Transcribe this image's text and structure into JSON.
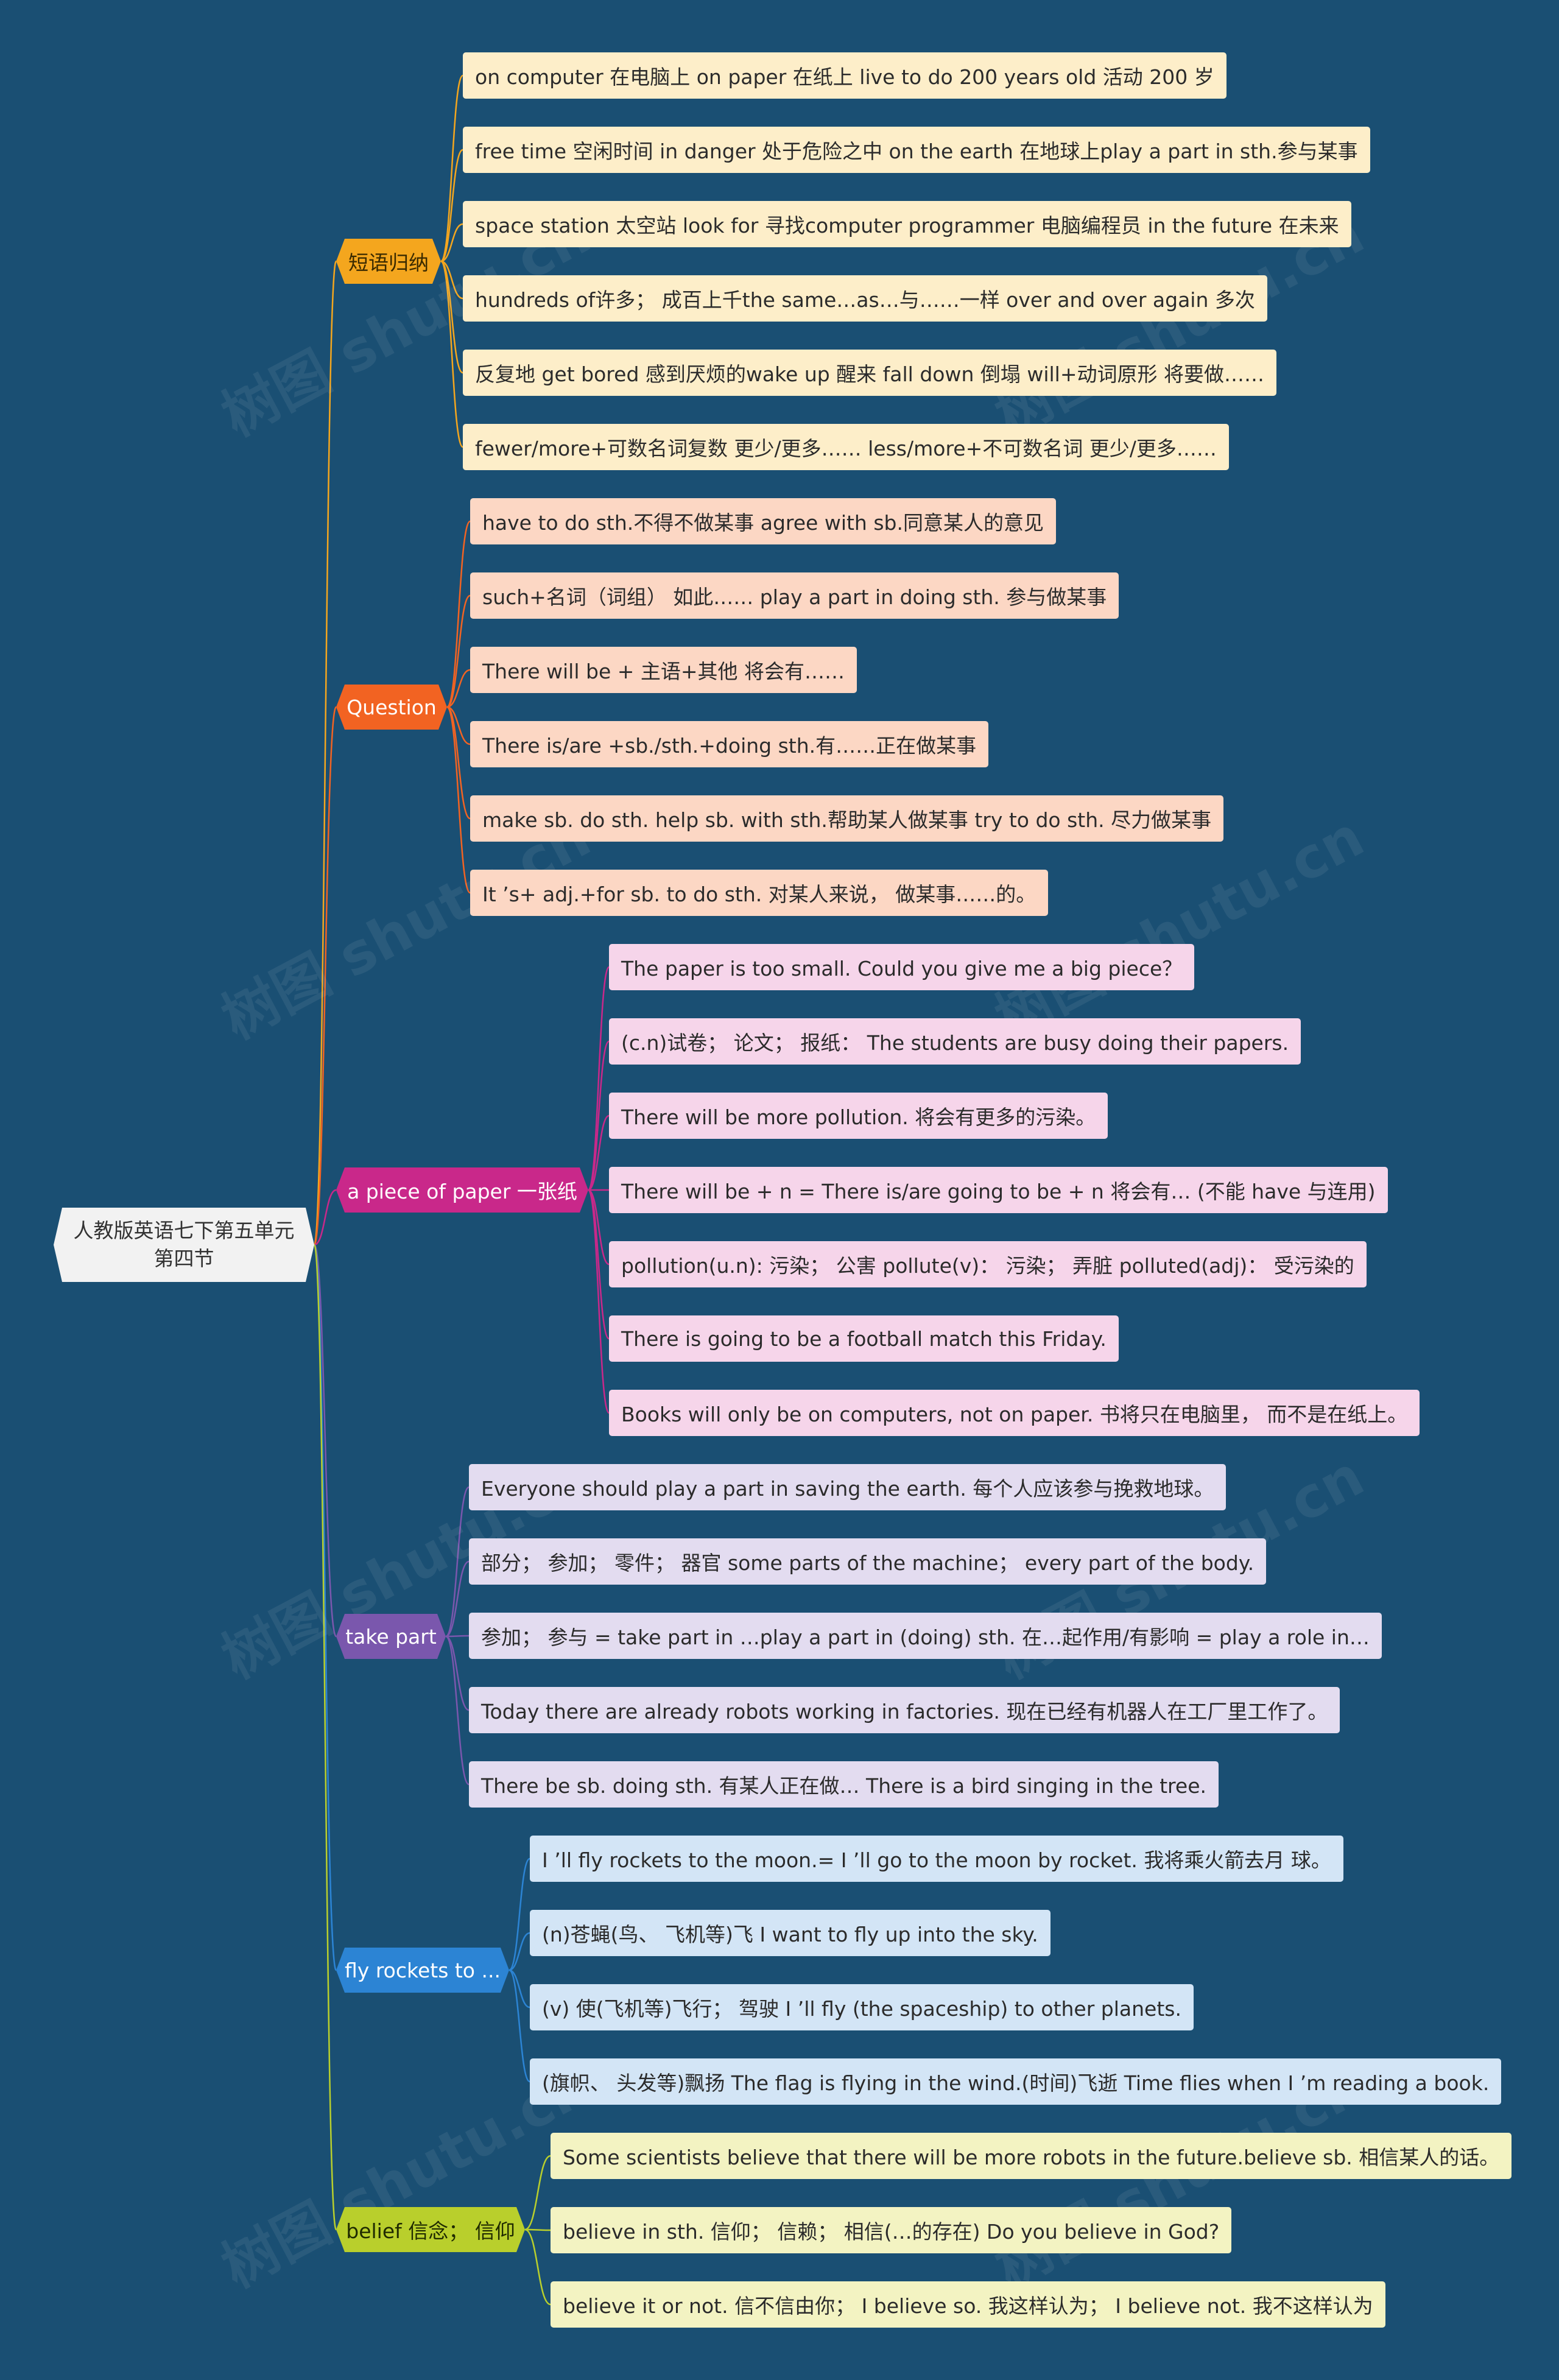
{
  "root": {
    "label": "人教版英语七下第五单元第四节"
  },
  "colors": {
    "background": "#1a4f73",
    "branch1": "#f4a61e",
    "branch2": "#f26322",
    "branch3": "#c9288a",
    "branch4": "#7a57ad",
    "branch5": "#2c84d4",
    "branch6": "#b9cf2c"
  },
  "branches": [
    {
      "label": "短语归纳",
      "leaves": [
        "on computer 在电脑上 on paper 在纸上 live to do 200 years old 活动 200 岁",
        "free time 空闲时间 in danger 处于危险之中 on the earth 在地球上play a part in sth.参与某事",
        "space station 太空站 look for 寻找computer programmer 电脑编程员 in the future 在未来",
        "hundreds of许多； 成百上千the same…as…与……一样 over and over again 多次",
        "反复地 get bored 感到厌烦的wake up 醒来 fall down 倒塌 will+动词原形 将要做……",
        "fewer/more+可数名词复数 更少/更多…… less/more+不可数名词 更少/更多……"
      ]
    },
    {
      "label": "Question",
      "leaves": [
        "have to do sth.不得不做某事 agree with sb.同意某人的意见",
        "such+名词（词组） 如此…… play a part in doing sth. 参与做某事",
        " There will be + 主语+其他 将会有……",
        " There is/are +sb./sth.+doing sth.有……正在做某事",
        "make sb. do sth. help sb. with sth.帮助某人做某事 try to do sth. 尽力做某事",
        "It ’s+ adj.+for sb. to do sth. 对某人来说， 做某事……的。"
      ]
    },
    {
      "label": "a piece of paper 一张纸",
      "leaves": [
        "The paper is too small. Could you give me a big piece？",
        "(c.n)试卷； 论文； 报纸： The students are busy doing their papers.",
        " There will be more pollution. 将会有更多的污染。",
        " There will be + n = There is/are going to be + n 将会有… (不能 have 与连用)",
        "pollution(u.n): 污染； 公害 pollute(v)： 污染； 弄脏 polluted(adj)： 受污染的",
        " There is going to be a football match this Friday.",
        "Books will only be on computers, not on paper. 书将只在电脑里， 而不是在纸上。"
      ]
    },
    {
      "label": "take part",
      "leaves": [
        "Everyone should play a part in saving the earth. 每个人应该参与挽救地球。",
        "部分； 参加； 零件； 器官 some parts of the machine； every part of the body.",
        "参加； 参与 = take part in …play a part in (doing) sth. 在…起作用/有影响 = play a role in…",
        "Today there are already robots working in factories. 现在已经有机器人在工厂里工作了。",
        " There be sb. doing sth. 有某人正在做… There is a bird singing in the tree."
      ]
    },
    {
      "label": "fly rockets to ...",
      "leaves": [
        "  I ’ll fly rockets to the moon.= I ’ll go to the moon by rocket. 我将乘火箭去月 球。",
        " (n)苍蝇(鸟、 飞机等)飞 I want to fly up into the sky.",
        "(v) 使(飞机等)飞行； 驾驶 I ’ll fly (the spaceship) to other planets.",
        "(旗帜、 头发等)飘扬 The flag is flying in the wind.(时间)飞逝 Time flies when I ’m reading a book."
      ]
    },
    {
      "label": "belief 信念； 信仰",
      "leaves": [
        "Some scientists believe that there will be more robots in the future.believe sb. 相信某人的话。",
        "  believe in sth. 信仰； 信赖； 相信(…的存在) Do you believe in God?",
        "believe it or not. 信不信由你； I believe so. 我这样认为； I believe not. 我不这样认为"
      ]
    }
  ]
}
